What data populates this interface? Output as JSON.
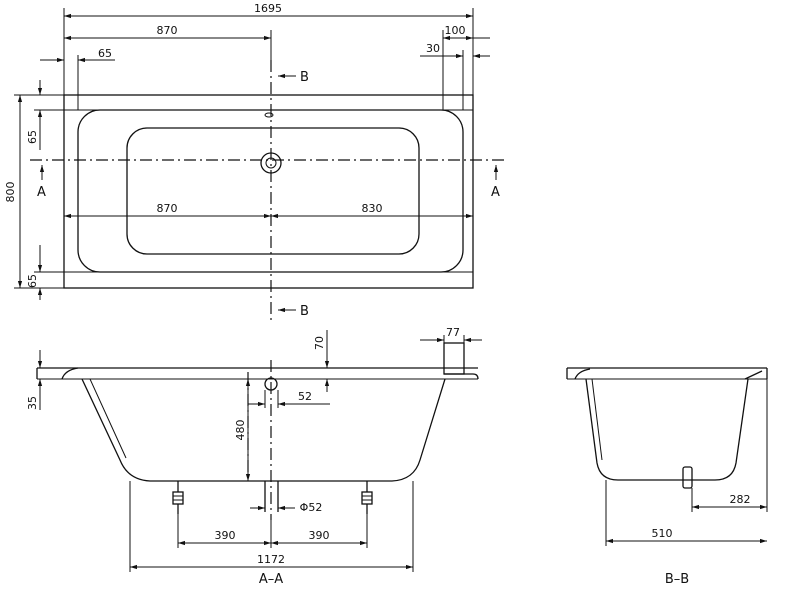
{
  "plan": {
    "dims": {
      "total_length": "1695",
      "left_to_center": "870",
      "rim_left": "65",
      "right_rim_outer": "100",
      "right_rim_inner": "30",
      "total_width": "800",
      "top_rim": "65",
      "bottom_rim": "65",
      "inner_left": "870",
      "inner_right": "830"
    },
    "section_marks": {
      "vertical_top": "B",
      "vertical_bottom": "B",
      "horizontal_left": "A",
      "horizontal_right": "A"
    }
  },
  "section_aa": {
    "label": "A–A",
    "dims": {
      "rim_thickness": "35",
      "top_offset": "70",
      "drain_width": "77",
      "overflow": "52",
      "depth": "480",
      "drain_diameter": "Φ52",
      "left_foot": "390",
      "right_foot": "390",
      "base_length": "1172"
    }
  },
  "section_bb": {
    "label": "B–B",
    "dims": {
      "base_width": "510",
      "drain_offset": "282"
    }
  }
}
